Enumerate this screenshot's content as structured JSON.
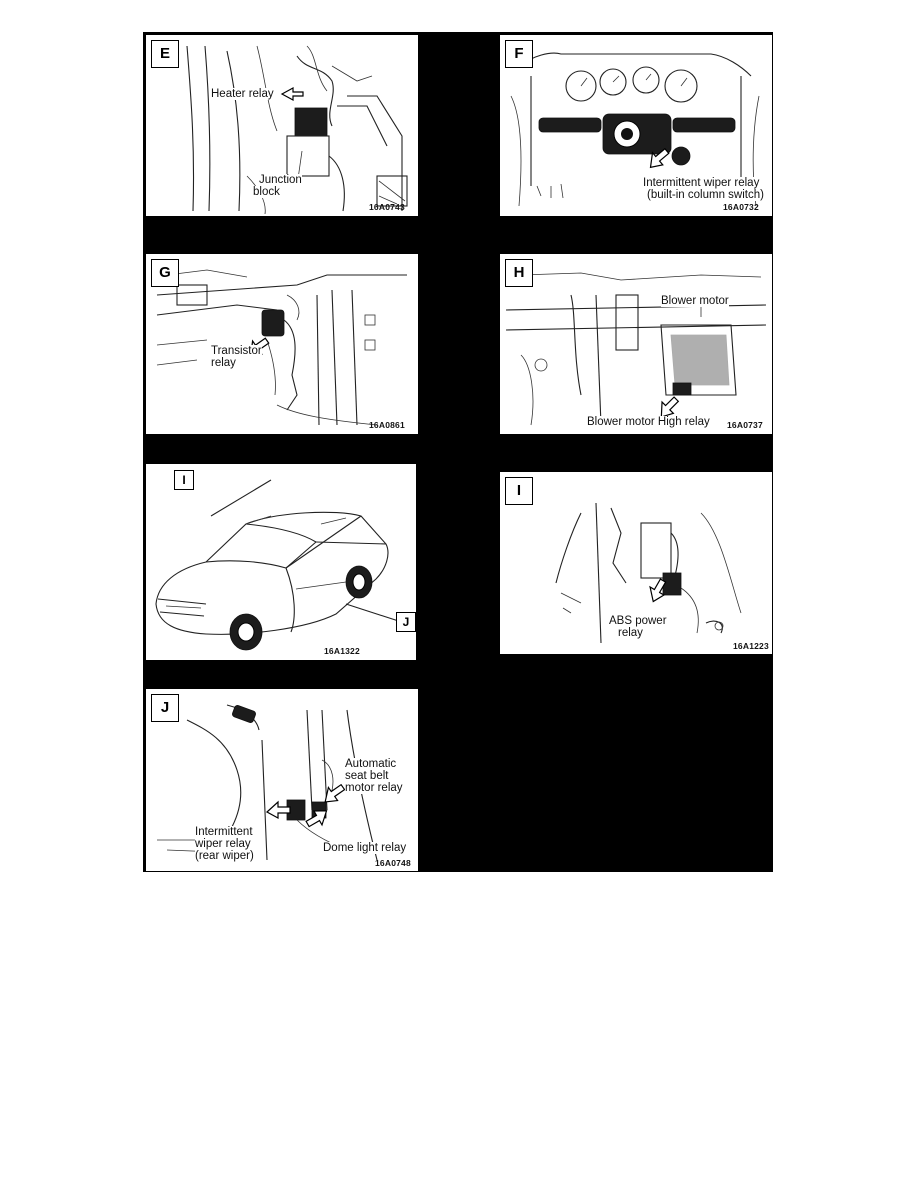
{
  "panels": {
    "e": {
      "tag": "E",
      "code": "16A0743",
      "heater_relay": "Heater relay",
      "junction_line1": "Junction",
      "junction_line2": "block"
    },
    "f": {
      "tag": "F",
      "code": "16A0732",
      "wiper_line1": "Intermittent wiper relay",
      "wiper_line2": "(built-in column switch)"
    },
    "g": {
      "tag": "G",
      "code": "16A0861",
      "transistor_line1": "Transistor",
      "transistor_line2": "relay"
    },
    "h": {
      "tag": "H",
      "code": "16A0737",
      "blower_motor": "Blower motor",
      "blower_high_relay": "Blower motor High relay"
    },
    "car": {
      "tag_i": "I",
      "tag_j": "J",
      "code": "16A1322"
    },
    "i": {
      "tag": "I",
      "code": "16A1223",
      "abs_line1": "ABS power",
      "abs_line2": "relay"
    },
    "j": {
      "tag": "J",
      "code": "16A0748",
      "seatbelt_line1": "Automatic",
      "seatbelt_line2": "seat belt",
      "seatbelt_line3": "motor relay",
      "rear_wiper_line1": "Intermittent",
      "rear_wiper_line2": "wiper relay",
      "rear_wiper_line3": "(rear wiper)",
      "dome_light": "Dome light relay"
    }
  }
}
